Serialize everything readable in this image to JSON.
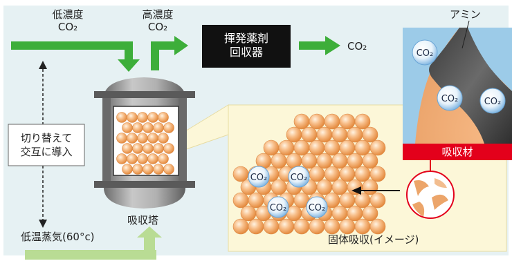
{
  "labels": {
    "low_conc_line1": "低濃度",
    "low_conc_line2": "CO₂",
    "high_conc_line1": "高濃度",
    "high_conc_line2": "CO₂",
    "recovery_line1": "揮発薬剤",
    "recovery_line2": "回収器",
    "output_co2": "CO₂",
    "switch_line1": "切り替えて",
    "switch_line2": "交互に導入",
    "steam": "低温蒸気(60°c)",
    "tower": "吸収塔",
    "amine": "アミン",
    "absorbent": "吸収材",
    "solid_absorption": "固体吸収(イメージ)",
    "co2_bubble": "CO₂"
  },
  "colors": {
    "green_arrow": "#3dae3a",
    "light_green_arrow": "#b9dc94",
    "panel_bg": "#e6f1f3",
    "inset_bg": "#fcf7d8",
    "sphere_orange": "#f3a35f",
    "red_label": "#e3001b",
    "black_box": "#111111"
  }
}
